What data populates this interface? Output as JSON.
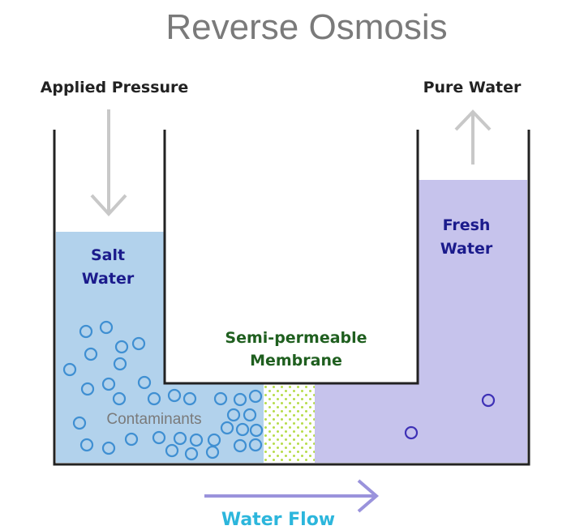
{
  "title": "Reverse Osmosis",
  "labels": {
    "applied_pressure": "Applied Pressure",
    "pure_water": "Pure Water",
    "salt_water_line1": "Salt",
    "salt_water_line2": "Water",
    "fresh_water_line1": "Fresh",
    "fresh_water_line2": "Water",
    "membrane_line1": "Semi-permeable",
    "membrane_line2": "Membrane",
    "contaminants": "Contaminants",
    "water_flow": "Water Flow"
  },
  "colors": {
    "salt_water": "#b2d2ec",
    "fresh_water": "#c6c3ec",
    "particle": "#3f8fd2",
    "fresh_particle": "#3e31b6",
    "membrane_dot": "#b6dc4a",
    "label_navy": "#1b1b8c",
    "label_green": "#1f5f1f",
    "flow_label": "#2cb6dc",
    "flow_arrow": "#9a93dc",
    "pressure_arrow": "#c8c8c8",
    "title": "#7a7a7a",
    "container": "#222222"
  }
}
